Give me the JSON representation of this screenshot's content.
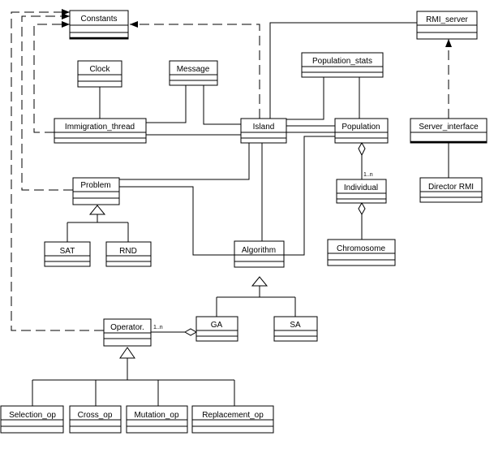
{
  "diagram": {
    "classes": {
      "constants": "Constants",
      "rmi_server": "RMI_server",
      "clock": "Clock",
      "message": "Message",
      "population_stats": "Population_stats",
      "immigration_thread": "Immigration_thread",
      "island": "Island",
      "population": "Population",
      "server_interface": "Server_interface",
      "problem": "Problem",
      "individual": "Individual",
      "director_rmi": "Director RMI",
      "sat": "SAT",
      "rnd": "RND",
      "algorithm": "Algorithm",
      "chromosome": "Chromosome",
      "operator": "Operator.",
      "ga": "GA",
      "sa": "SA",
      "selection_op": "Selection_op",
      "cross_op": "Cross_op",
      "mutation_op": "Mutation_op",
      "replacement_op": "Replacement_op"
    },
    "multiplicities": {
      "population_individual": "1..n",
      "operator_ga": "1..n"
    }
  }
}
